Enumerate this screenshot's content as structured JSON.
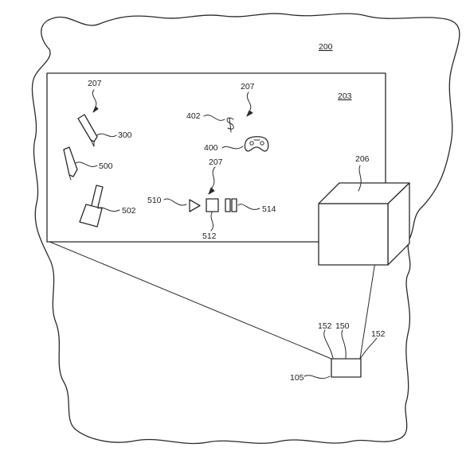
{
  "figure": {
    "labels": {
      "environment": "200",
      "display_surface": "203",
      "box": "206",
      "group_a": "207",
      "group_b": "207",
      "group_c": "207",
      "pen": "300",
      "controller": "400",
      "cursor": "402",
      "stylus": "500",
      "paint_tool": "502",
      "play": "510",
      "stop": "512",
      "pause": "514",
      "device": "105",
      "sensor_left": "152",
      "emitter": "150",
      "sensor_right": "152"
    }
  }
}
